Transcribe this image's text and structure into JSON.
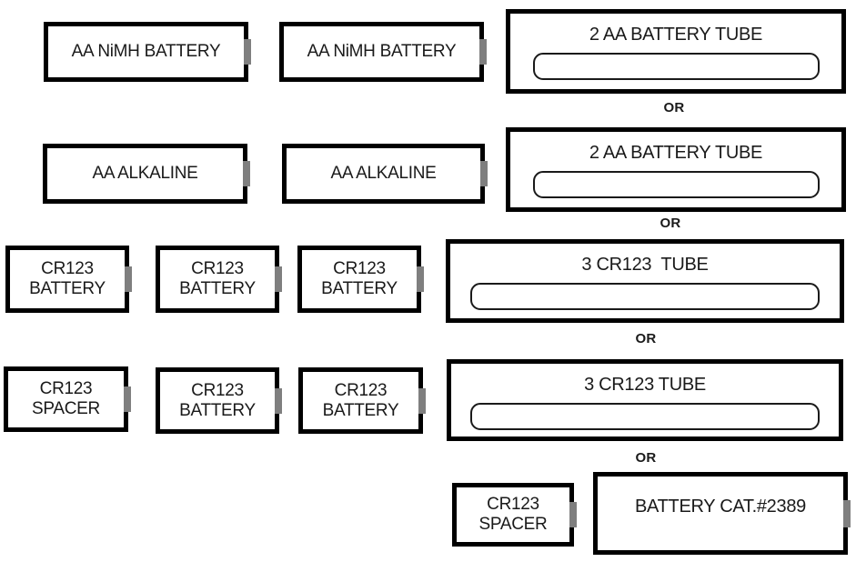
{
  "diagram": {
    "type": "battery-configuration-options",
    "or_label": "OR"
  },
  "colors": {
    "background": "#ffffff",
    "box_border": "#000000",
    "text": "#1a1a1a",
    "terminal_nub": "#7f7f7f",
    "slot_border": "#1a1a1a"
  },
  "batteries": [
    {
      "label": "AA NiMH BATTERY"
    },
    {
      "label": "AA NiMH BATTERY"
    },
    {
      "label": "AA ALKALINE"
    },
    {
      "label": "AA ALKALINE"
    },
    {
      "label": "CR123\nBATTERY"
    },
    {
      "label": "CR123\nBATTERY"
    },
    {
      "label": "CR123\nBATTERY"
    },
    {
      "label": "CR123\nSPACER"
    },
    {
      "label": "CR123\nBATTERY"
    },
    {
      "label": "CR123\nBATTERY"
    },
    {
      "label": "CR123\nSPACER"
    },
    {
      "label": "BATTERY CAT.#2389"
    }
  ],
  "tubes": [
    {
      "title": "2 AA BATTERY TUBE"
    },
    {
      "title": "2 AA BATTERY TUBE"
    },
    {
      "title": "3 CR123  TUBE"
    },
    {
      "title": "3 CR123 TUBE"
    }
  ]
}
